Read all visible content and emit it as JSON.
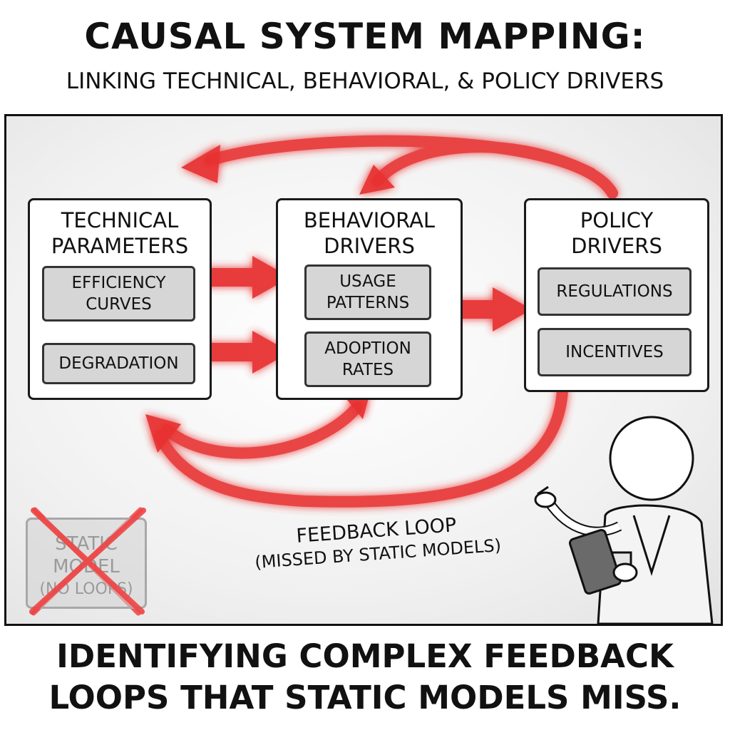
{
  "header": {
    "title": "CAUSAL SYSTEM MAPPING:",
    "subtitle": "LINKING TECHNICAL, BEHAVIORAL, & POLICY DRIVERS"
  },
  "nodes": {
    "technical": {
      "title_line1": "TECHNICAL",
      "title_line2": "PARAMETERS",
      "items": [
        "EFFICIENCY CURVES",
        "DEGRADATION"
      ]
    },
    "behavioral": {
      "title_line1": "BEHAVIORAL",
      "title_line2": "DRIVERS",
      "items": [
        "USAGE PATTERNS",
        "ADOPTION RATES"
      ]
    },
    "policy": {
      "title_line1": "POLICY",
      "title_line2": "DRIVERS",
      "items": [
        "REGULATIONS",
        "INCENTIVES"
      ]
    }
  },
  "technical_items": {
    "item1_line1": "EFFICIENCY",
    "item1_line2": "CURVES",
    "item2": "DEGRADATION"
  },
  "behavioral_items": {
    "item1_line1": "USAGE",
    "item1_line2": "PATTERNS",
    "item2_line1": "ADOPTION",
    "item2_line2": "RATES"
  },
  "caption": {
    "line1": "FEEDBACK LOOP",
    "line2": "(MISSED BY STATIC MODELS)"
  },
  "static_model": {
    "line1": "STATIC",
    "line2": "MODEL",
    "line3": "(NO LOOPS)"
  },
  "footer": {
    "line1": "IDENTIFYING COMPLEX FEEDBACK",
    "line2": "LOOPS THAT STATIC MODELS MISS."
  },
  "colors": {
    "arrow": "#e83030",
    "arrow_glow": "#ff6b6b",
    "box_border": "#1a1a1a",
    "sub_box_fill": "#d6d6d6"
  }
}
